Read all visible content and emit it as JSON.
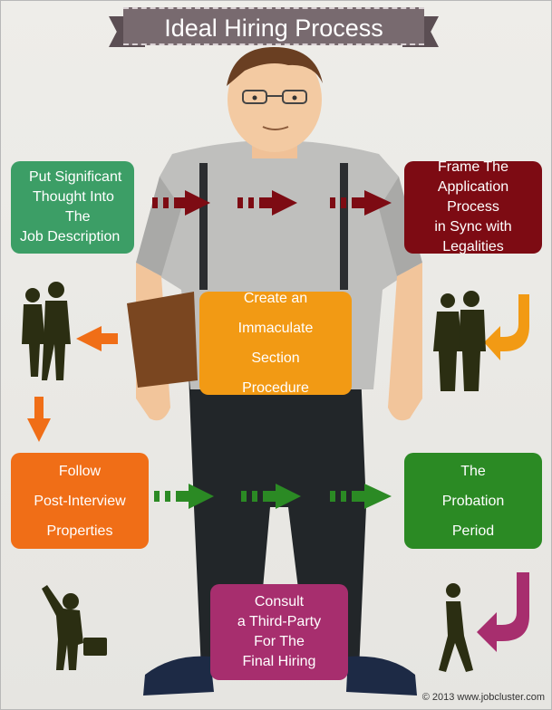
{
  "title": "Ideal Hiring Process",
  "steps": {
    "top_left": [
      "Put Significant",
      "Thought Into",
      "The",
      "Job Description"
    ],
    "top_right": [
      "Frame The",
      "Application Process",
      "in Sync with",
      "Legalities"
    ],
    "center": [
      "Create an Immaculate",
      "Section",
      "Procedure"
    ],
    "bottom_left": [
      "Follow",
      "Post-Interview",
      "Properties"
    ],
    "bottom_right": [
      "The",
      "Probation",
      "Period"
    ],
    "bottom_center": [
      "Consult",
      "a Third-Party",
      "For The",
      "Final Hiring"
    ]
  },
  "copyright": "© 2013 www.jobcluster.com",
  "colors": {
    "banner": "#786a6f",
    "top_left": "#3c9e66",
    "top_right": "#7d0b13",
    "center": "#f29a14",
    "bottom_left": "#f06e17",
    "bottom_right": "#2b8a24",
    "bottom_center": "#a72e6e"
  }
}
